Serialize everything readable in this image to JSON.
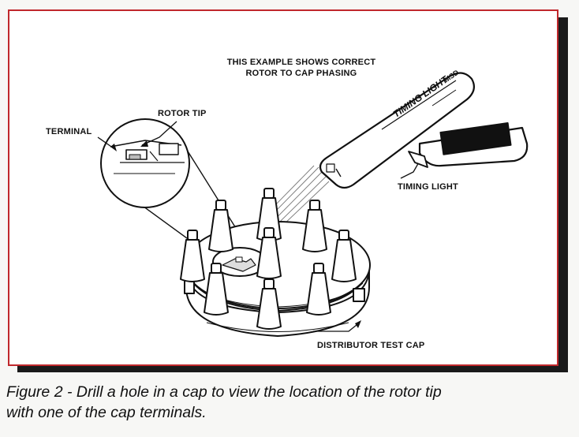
{
  "figure": {
    "headline_line1": "THIS EXAMPLE SHOWS CORRECT",
    "headline_line2": "ROTOR TO CAP PHASING",
    "label_rotor_tip": "ROTOR TIP",
    "label_terminal": "TERMINAL",
    "label_timing_light": "TIMING LIGHT",
    "label_distributor_cap": "DISTRIBUTOR TEST CAP",
    "gun_brand": "TIMING LIGHT",
    "gun_logo": "MSD",
    "border_color": "#c0282c"
  },
  "caption": {
    "line1": "Figure 2 - Drill a hole in a cap to view the location of the rotor tip",
    "line2": "with one of the cap terminals."
  }
}
